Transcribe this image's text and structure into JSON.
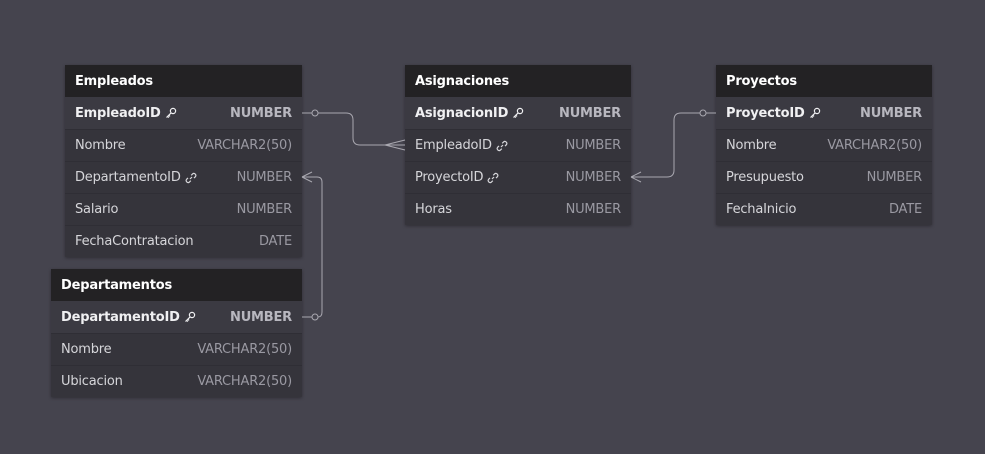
{
  "tables": {
    "empleados": {
      "title": "Empleados",
      "columns": [
        {
          "name": "EmpleadoID",
          "type": "NUMBER",
          "pk": true,
          "icon": "key-icon"
        },
        {
          "name": "Nombre",
          "type": "VARCHAR2(50)"
        },
        {
          "name": "DepartamentoID",
          "type": "NUMBER",
          "icon": "link-icon"
        },
        {
          "name": "Salario",
          "type": "NUMBER"
        },
        {
          "name": "FechaContratacion",
          "type": "DATE"
        }
      ]
    },
    "departamentos": {
      "title": "Departamentos",
      "columns": [
        {
          "name": "DepartamentoID",
          "type": "NUMBER",
          "pk": true,
          "icon": "key-icon"
        },
        {
          "name": "Nombre",
          "type": "VARCHAR2(50)"
        },
        {
          "name": "Ubicacion",
          "type": "VARCHAR2(50)"
        }
      ]
    },
    "asignaciones": {
      "title": "Asignaciones",
      "columns": [
        {
          "name": "AsignacionID",
          "type": "NUMBER",
          "pk": true,
          "icon": "key-icon"
        },
        {
          "name": "EmpleadoID",
          "type": "NUMBER",
          "icon": "link-icon"
        },
        {
          "name": "ProyectoID",
          "type": "NUMBER",
          "icon": "link-icon"
        },
        {
          "name": "Horas",
          "type": "NUMBER"
        }
      ]
    },
    "proyectos": {
      "title": "Proyectos",
      "columns": [
        {
          "name": "ProyectoID",
          "type": "NUMBER",
          "pk": true,
          "icon": "key-icon"
        },
        {
          "name": "Nombre",
          "type": "VARCHAR2(50)"
        },
        {
          "name": "Presupuesto",
          "type": "NUMBER"
        },
        {
          "name": "FechaInicio",
          "type": "DATE"
        }
      ]
    }
  },
  "colors": {
    "background": "#45444e",
    "header": "#232224",
    "body": "#35343b",
    "connector": "#a9a8b0"
  }
}
